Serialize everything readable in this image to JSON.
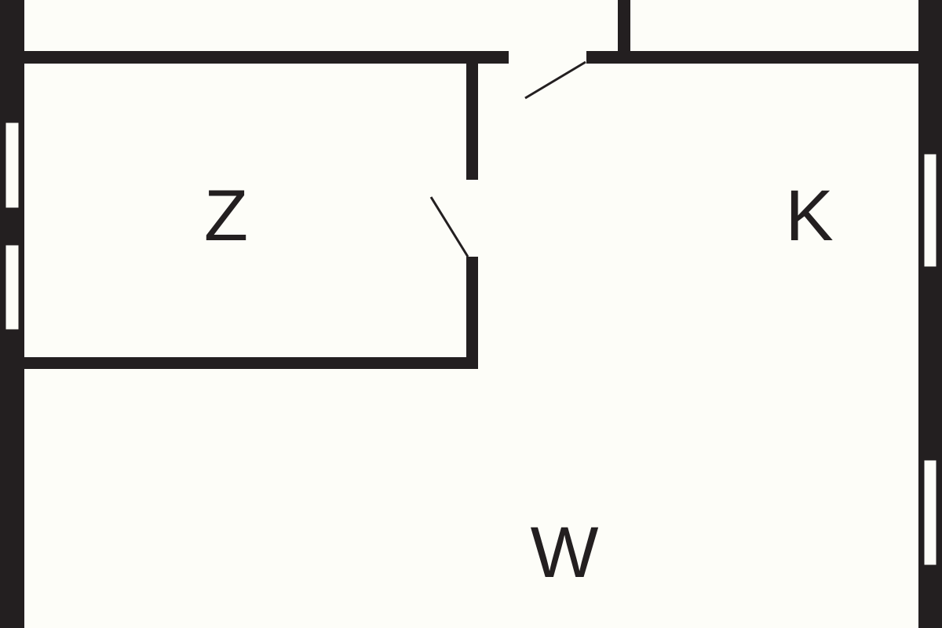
{
  "colors": {
    "wall": "#231f20",
    "background": "#fdfdf8"
  },
  "rooms": [
    {
      "id": "z",
      "label": "Z"
    },
    {
      "id": "k",
      "label": "K"
    },
    {
      "id": "w",
      "label": "W"
    }
  ]
}
